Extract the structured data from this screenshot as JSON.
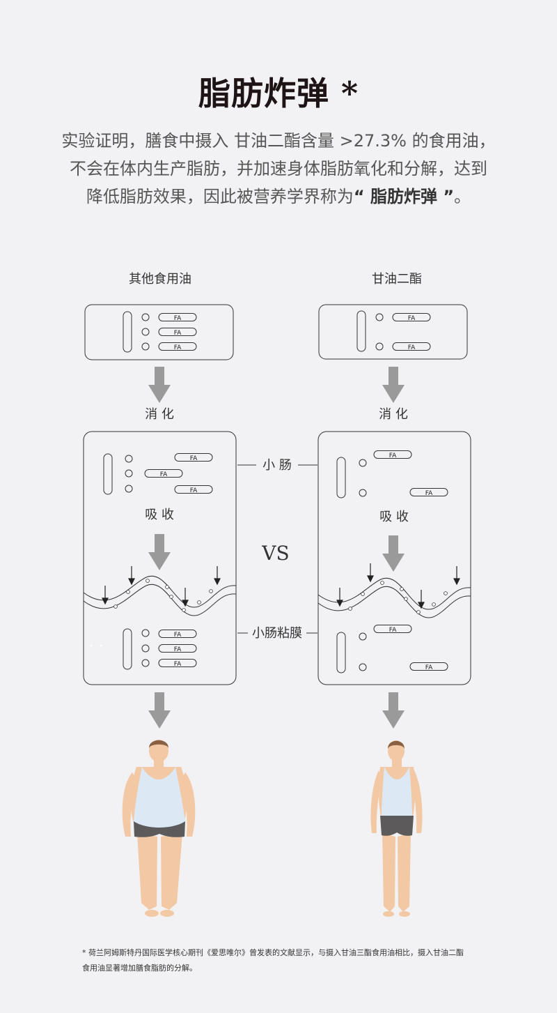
{
  "title": "脂肪炸弹 *",
  "intro": {
    "line1": "实验证明，膳食中摄入 甘油二酯含量 >27.3% 的食用油，",
    "line2": "不会在体内生产脂肪，并加速身体脂肪氧化和分解，达到",
    "line3_prefix": "降低脂肪效果，因此被营养学界称为",
    "line3_quote": "“ 脂肪炸弹 ”",
    "line3_suffix": "。"
  },
  "diagram": {
    "left_heading": "其他食用油",
    "right_heading": "甘油二酯",
    "fa_label": "FA",
    "digest_label": "消 化",
    "absorb_label": "吸 收",
    "small_intestine_label": "小 肠",
    "mucosa_label": "小肠粘膜",
    "vs_label": "VS"
  },
  "footnote": {
    "line1": "* 荷兰阿姆斯特丹国际医学核心期刊《爱思唯尔》曾发表的文献显示，与摄入甘油三酯食用油相比，摄入甘油二酯",
    "line2": "食用油显著增加膳食脂肪的分解。"
  },
  "colors": {
    "background": "#f2f1f3",
    "title": "#1f1415",
    "arrow": "#9a9a9a",
    "skin": "#f2c9a4",
    "hair": "#8a6042",
    "tank_top": "#dce9f5",
    "shorts": "#5c5a5a"
  }
}
